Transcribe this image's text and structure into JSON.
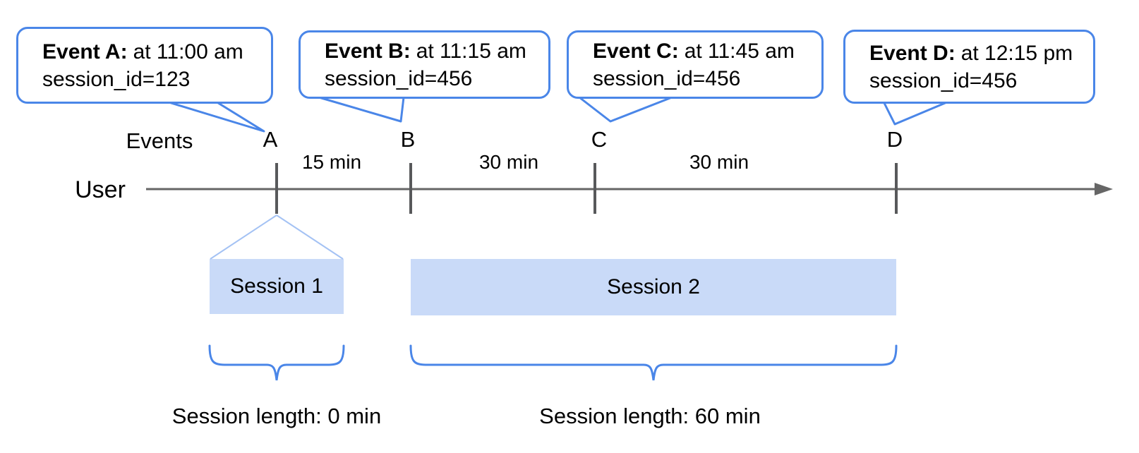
{
  "axis": {
    "events_label": "Events",
    "user_label": "User"
  },
  "bubbles": [
    {
      "letter": "A",
      "title": "Event A:",
      "time": "at 11:00 am",
      "session": "session_id=123"
    },
    {
      "letter": "B",
      "title": "Event B:",
      "time": "at 11:15 am",
      "session": "session_id=456"
    },
    {
      "letter": "C",
      "title": "Event C:",
      "time": "at 11:45 am",
      "session": "session_id=456"
    },
    {
      "letter": "D",
      "title": "Event D:",
      "time": "at 12:15 pm",
      "session": "session_id=456"
    }
  ],
  "intervals": [
    {
      "label": "15 min"
    },
    {
      "label": "30 min"
    },
    {
      "label": "30 min"
    }
  ],
  "sessions": [
    {
      "label": "Session 1",
      "length": "Session length: 0 min"
    },
    {
      "label": "Session 2",
      "length": "Session length: 60 min"
    }
  ],
  "colors": {
    "accent": "#4a86e8",
    "funnel": "#a4c2f4",
    "session_fill": "#c9daf8",
    "line_gray": "#666666",
    "tick_gray": "#58595b",
    "text": "#000000"
  }
}
